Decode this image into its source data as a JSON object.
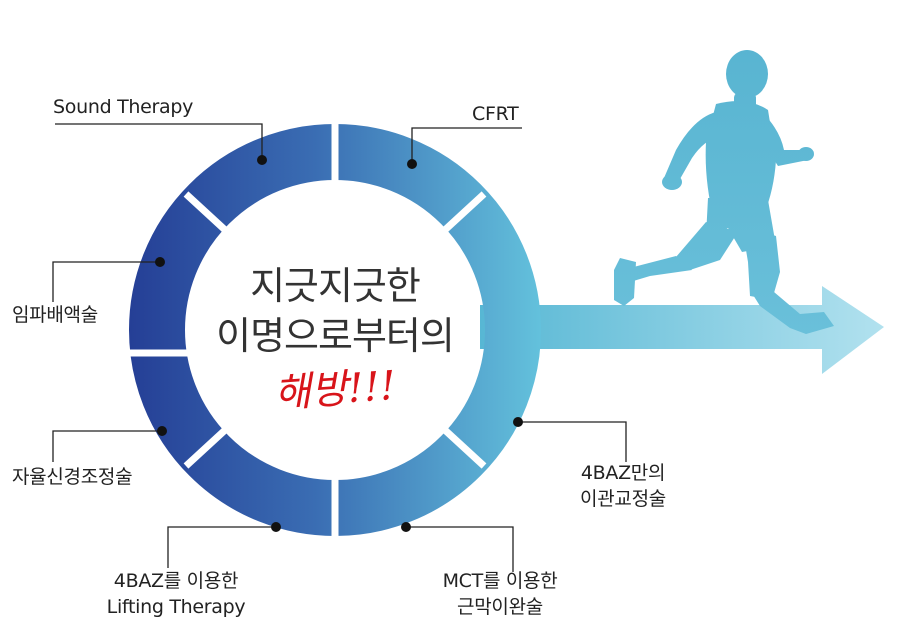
{
  "center": {
    "line1": "지긋지긋한",
    "line2": "이명으로부터의",
    "slogan": "해방!!!"
  },
  "treatments": {
    "sound_therapy": "Sound Therapy",
    "cfrt": "CFRT",
    "impedance": "임파배액술",
    "autonomic": "자율신경조정술",
    "baz_lifting_1": "4BAZ를 이용한",
    "baz_lifting_2": "Lifting Therapy",
    "mct_1": "MCT를 이용한",
    "mct_2": "근막이완술",
    "baz_correction_1": "4BAZ만의",
    "baz_correction_2": "이관교정술"
  },
  "colors": {
    "ring_dark": "#27459a",
    "ring_mid": "#3d77b8",
    "ring_light": "#5cbad8",
    "arrow_start": "#5bbad6",
    "arrow_end": "#a6dcec",
    "runner": "#5bb6d2",
    "slogan": "#d8141a"
  }
}
